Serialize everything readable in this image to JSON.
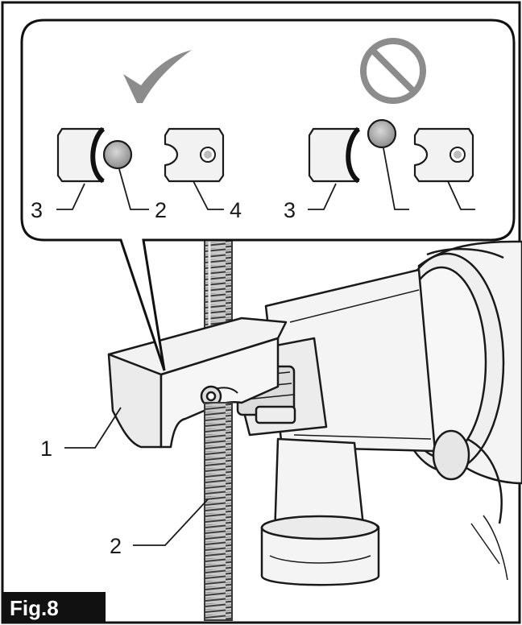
{
  "figure": {
    "label": "Fig.8"
  },
  "callouts": {
    "correct": {
      "symbol": "check-mark-icon",
      "labels": {
        "holder": "3",
        "rod": "2",
        "screw_part": "4"
      }
    },
    "wrong": {
      "symbol": "prohibited-icon",
      "labels": {
        "holder": "3"
      }
    }
  },
  "main_labels": {
    "holder": "1",
    "rod": "2"
  },
  "colors": {
    "line": "#1a1a1a",
    "holder_fill": "#f2f2f2",
    "tool_fill": "#f4f4f4",
    "rod_gray": "#bdbdbd",
    "rod_dark": "#4d4d4d",
    "frame_black": "#111111"
  }
}
